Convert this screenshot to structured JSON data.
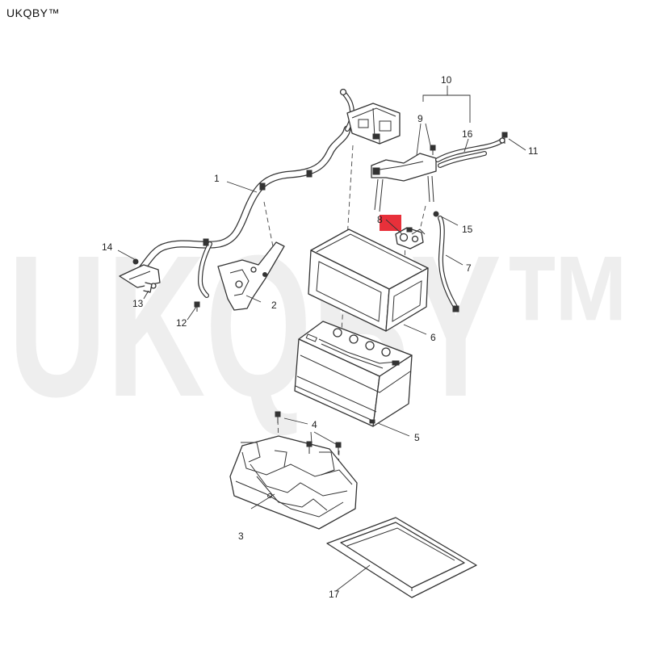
{
  "brand": {
    "text": "UKQBY™"
  },
  "watermark": {
    "text": "UKQBY™"
  },
  "highlight": {
    "color": "#e8303a",
    "part": "8"
  },
  "callouts": {
    "c1": "1",
    "c2": "2",
    "c3": "3",
    "c4": "4",
    "c5": "5",
    "c6": "6",
    "c7": "7",
    "c8": "8",
    "c9": "9",
    "c10": "10",
    "c11": "11",
    "c12": "12",
    "c13": "13",
    "c14": "14",
    "c15": "15",
    "c16": "16",
    "c17": "17"
  }
}
